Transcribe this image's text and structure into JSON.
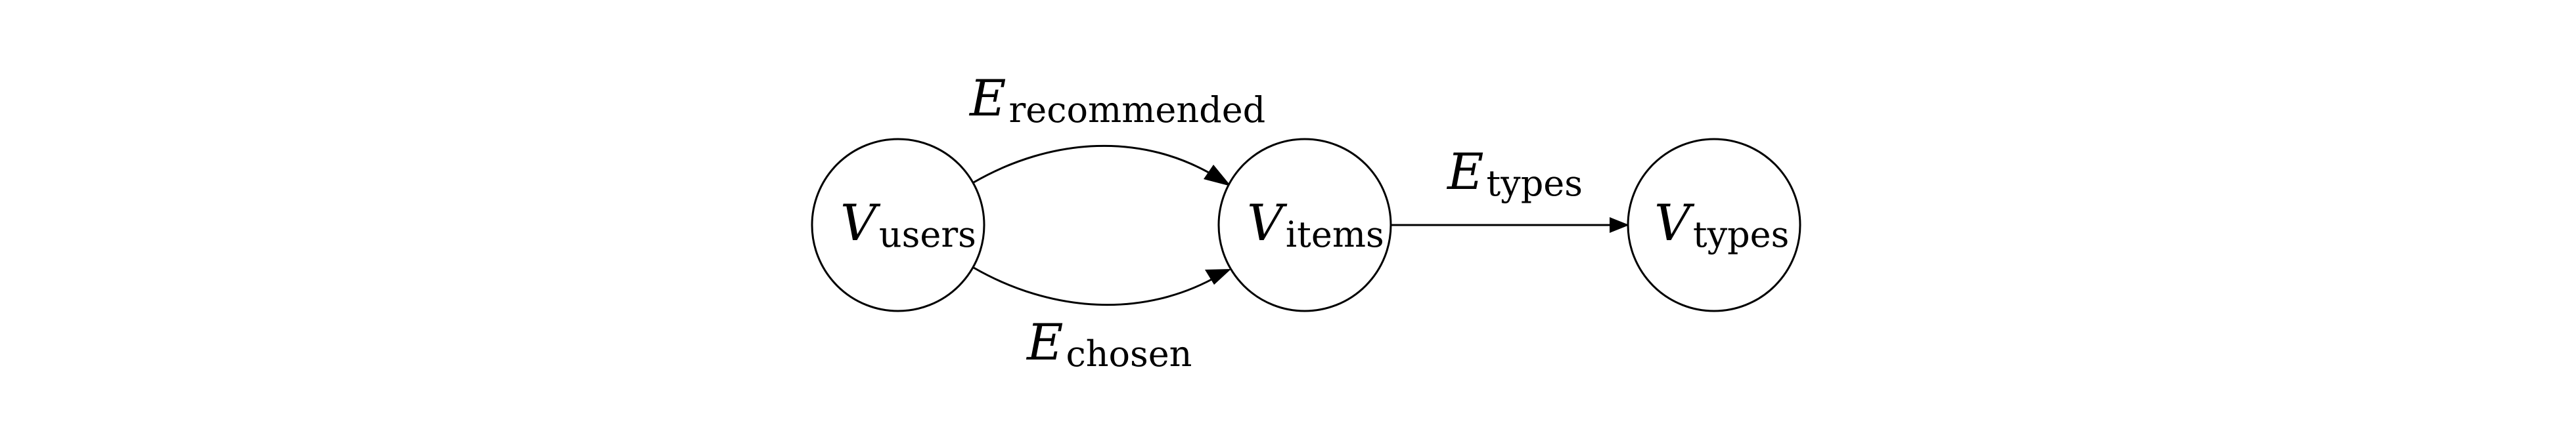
{
  "diagram": {
    "nodes": {
      "users": {
        "symbol": "V",
        "subscript": "users"
      },
      "items": {
        "symbol": "V",
        "subscript": "items"
      },
      "types": {
        "symbol": "V",
        "subscript": "types"
      }
    },
    "edges": {
      "recommended": {
        "symbol": "E",
        "subscript": "recommended",
        "from": "users",
        "to": "items"
      },
      "chosen": {
        "symbol": "E",
        "subscript": "chosen",
        "from": "users",
        "to": "items"
      },
      "types": {
        "symbol": "E",
        "subscript": "types",
        "from": "items",
        "to": "types"
      }
    }
  }
}
